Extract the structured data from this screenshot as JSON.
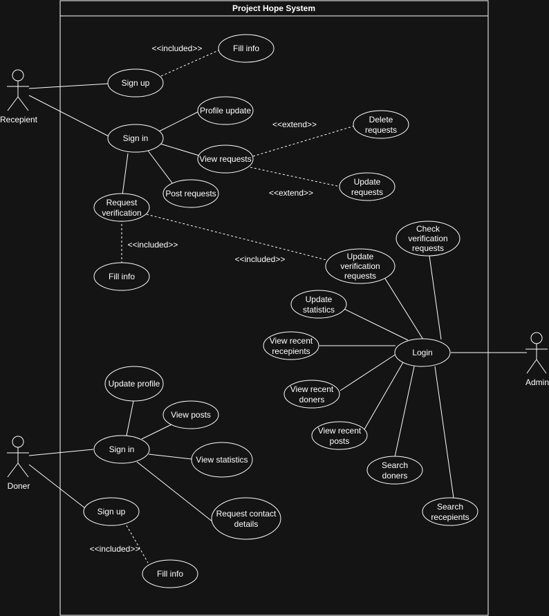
{
  "system": {
    "title": "Project Hope System"
  },
  "actors": {
    "recepient": "Recepient",
    "doner": "Doner",
    "admin": "Admin"
  },
  "usecases": {
    "r_fill_info": "Fill info",
    "r_sign_up": "Sign up",
    "r_sign_in": "Sign in",
    "r_profile_update": "Profile update",
    "r_view_requests": "View requests",
    "r_delete_requests": [
      "Delete",
      "requests"
    ],
    "r_update_requests": [
      "Update",
      "requests"
    ],
    "r_post_requests": "Post requests",
    "r_request_verification": [
      "Request",
      "verification"
    ],
    "r_fill_info_2": "Fill info",
    "a_check_verification": [
      "Check",
      "verification",
      "requests"
    ],
    "a_update_verification": [
      "Update",
      "verification",
      "requests"
    ],
    "a_update_statistics": [
      "Update",
      "statistics"
    ],
    "a_view_recent_recepients": [
      "View recent",
      "recepients"
    ],
    "a_login": "Login",
    "a_view_recent_doners": [
      "View recent",
      "doners"
    ],
    "a_view_recent_posts": [
      "View recent",
      "posts"
    ],
    "a_search_doners": [
      "Search",
      "doners"
    ],
    "a_search_recepients": [
      "Search",
      "recepients"
    ],
    "d_update_profile": "Update profile",
    "d_view_posts": "View posts",
    "d_sign_in": "Sign in",
    "d_view_statistics": "View statistics",
    "d_request_contact": [
      "Request contact",
      "details"
    ],
    "d_sign_up": "Sign up",
    "d_fill_info": "Fill info"
  },
  "relations": {
    "included": "<<included>>",
    "extend": "<<extend>>"
  }
}
